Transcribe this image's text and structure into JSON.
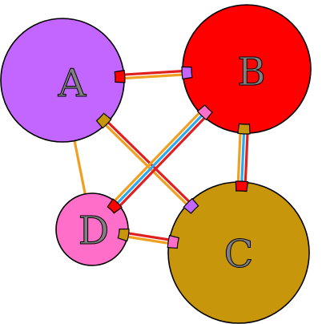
{
  "colors": {
    "node_a": "#c266ff",
    "node_b": "#ff0000",
    "node_c": "#c8960a",
    "node_d": "#ff6ec8",
    "edge_red": "#e02020",
    "edge_orange": "#f0a020",
    "edge_blue": "#2aa8f0",
    "outline": "#000000"
  },
  "nodes": [
    {
      "id": "A",
      "label": "A",
      "color": "node_a"
    },
    {
      "id": "B",
      "label": "B",
      "color": "node_b"
    },
    {
      "id": "C",
      "label": "C",
      "color": "node_c"
    },
    {
      "id": "D",
      "label": "D",
      "color": "node_d"
    }
  ],
  "edges": [
    {
      "from": "A",
      "to": "B",
      "strands": [
        "edge_red",
        "edge_orange"
      ]
    },
    {
      "from": "A",
      "to": "C",
      "strands": [
        "edge_red",
        "edge_orange"
      ]
    },
    {
      "from": "A",
      "to": "D",
      "strands": [
        "edge_orange"
      ]
    },
    {
      "from": "B",
      "to": "C",
      "strands": [
        "edge_red",
        "edge_blue",
        "edge_orange"
      ]
    },
    {
      "from": "B",
      "to": "D",
      "strands": [
        "edge_red",
        "edge_blue",
        "edge_orange"
      ]
    },
    {
      "from": "D",
      "to": "C",
      "strands": [
        "edge_red",
        "edge_orange"
      ]
    }
  ]
}
